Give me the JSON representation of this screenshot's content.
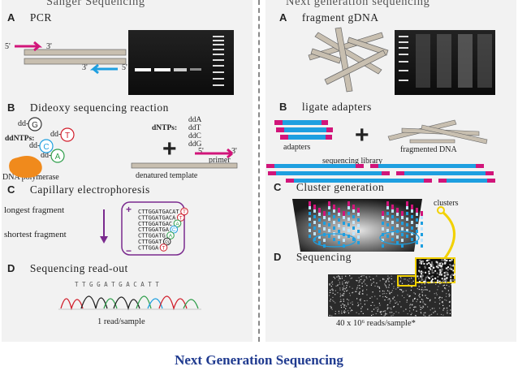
{
  "left": {
    "title": "Sanger Sequencing",
    "steps": [
      {
        "letter": "A",
        "label": "PCR"
      },
      {
        "letter": "B",
        "label": "Dideoxy sequencing reaction"
      },
      {
        "letter": "C",
        "label": "Capillary electrophoresis"
      },
      {
        "letter": "D",
        "label": "Sequencing read-out"
      }
    ],
    "pcr": {
      "primer_top_5": "5'",
      "primer_top_3": "3'",
      "primer_bot_3": "3'",
      "primer_bot_5": "5'"
    },
    "dideoxy": {
      "dd_prefix": "dd-",
      "ddntps_label": "ddNTPs:",
      "ddntps": [
        "G",
        "T",
        "C",
        "A"
      ],
      "dntps_label": "dNTPs:",
      "dntps": [
        "ddA",
        "ddT",
        "ddC",
        "ddG"
      ],
      "plus": "+",
      "polymerase": "DNA polymerase",
      "template": "denatured template",
      "primer": "primer",
      "primer_5": "5'",
      "primer_3": "3'"
    },
    "capillary": {
      "longest": "longest fragment",
      "shortest": "shortest fragment",
      "plus": "+",
      "minus": "−",
      "fragments": [
        {
          "seq": "CTTGGATGACAT",
          "end": "T"
        },
        {
          "seq": "CTTGGATGACA",
          "end": "T"
        },
        {
          "seq": "CTTGGATGAC",
          "end": "A"
        },
        {
          "seq": "CTTGGATGA",
          "end": "C"
        },
        {
          "seq": "CTTGGATG",
          "end": "A"
        },
        {
          "seq": "CTTGGAT",
          "end": "G"
        },
        {
          "seq": "CTTGGA",
          "end": "T"
        }
      ]
    },
    "readout": {
      "bases": "T T G G A T G A C A T T",
      "caption": "1 read/sample"
    }
  },
  "right": {
    "title": "Next generation sequencing",
    "steps": [
      {
        "letter": "A",
        "label": "fragment  gDNA"
      },
      {
        "letter": "B",
        "label": "ligate adapters"
      },
      {
        "letter": "C",
        "label": "Cluster generation"
      },
      {
        "letter": "D",
        "label": "Sequencing"
      }
    ],
    "adapters_label": "adapters",
    "plus": "+",
    "fragmented_label": "fragmented DNA",
    "library_label": "sequencing library",
    "clusters_label": "clusters",
    "reads_caption": "40 x 10⁶ reads/sample*"
  },
  "footer_title": "Next Generation Sequencing",
  "colors": {
    "magenta": "#d1157a",
    "cyan": "#1e9fe0",
    "orange": "#f08a1c",
    "gel": "#1a1a1a",
    "strand": "#c8bfb0",
    "purple": "#7a2a8e",
    "title_blue": "#1f3a8f"
  }
}
